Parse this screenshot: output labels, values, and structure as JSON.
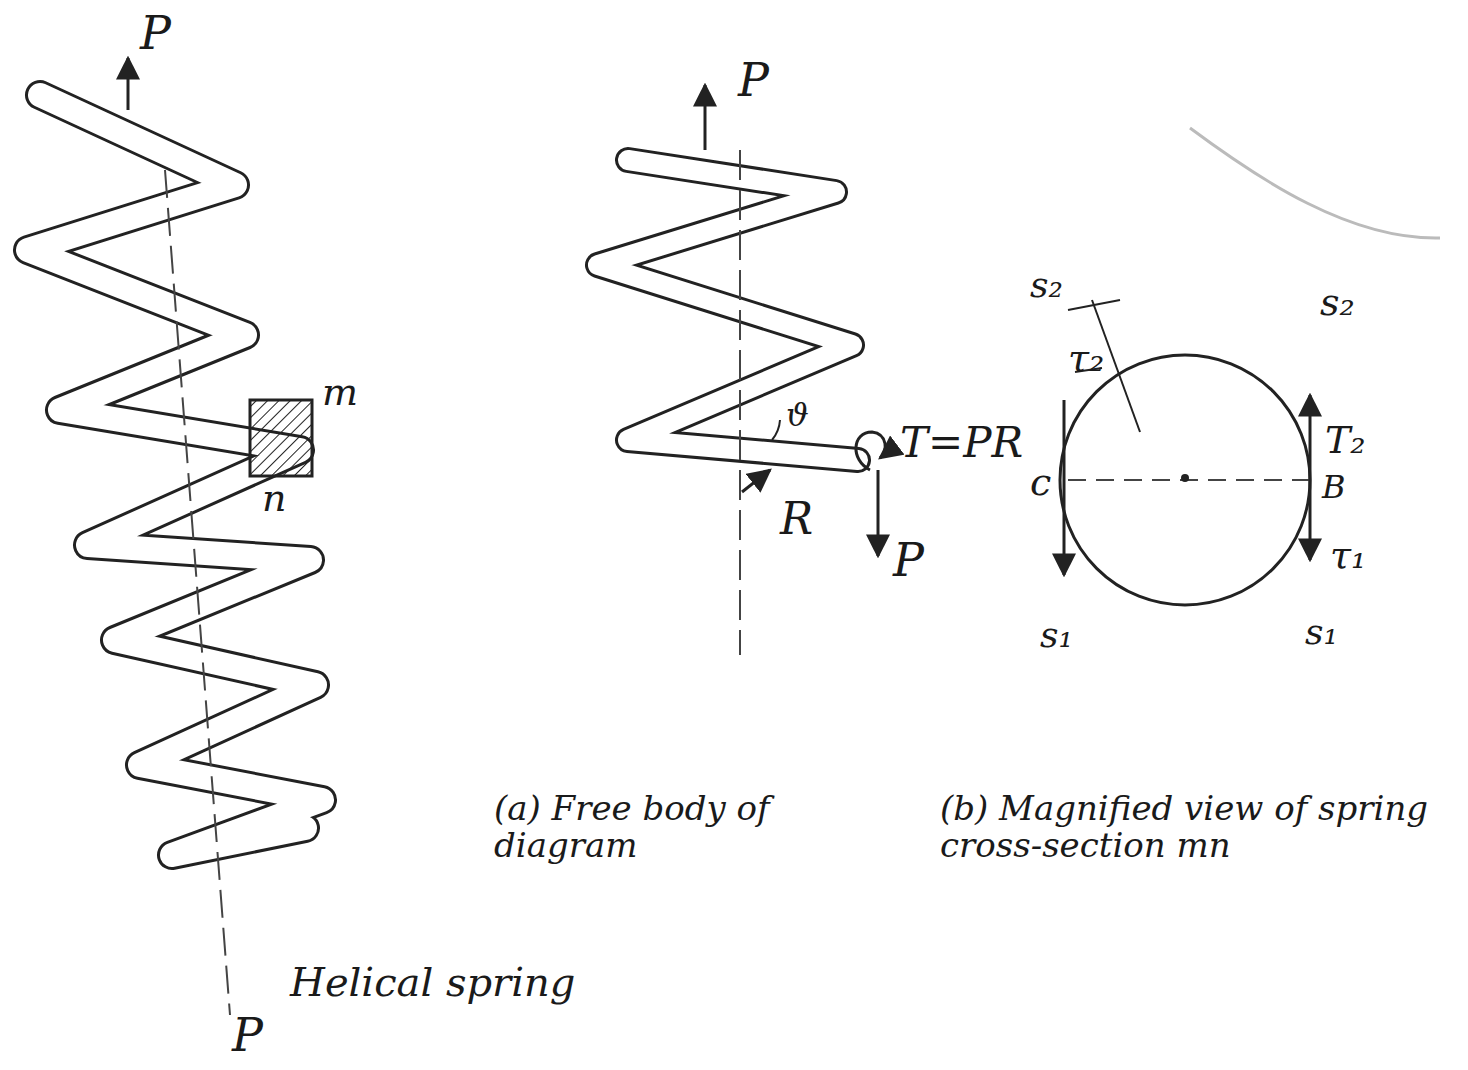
{
  "diagram": {
    "labels": [
      "P",
      "m",
      "n",
      "P",
      "Helical spring",
      "P",
      "ϑ",
      "T=PR",
      "R",
      "P",
      "s₂",
      "τ₂",
      "s₂",
      "T₂",
      "c",
      "B",
      "τ₁",
      "s₁",
      "s₁",
      "(a) Free body of diagram",
      "(b) Magnified view of spring cross-section mn"
    ]
  }
}
